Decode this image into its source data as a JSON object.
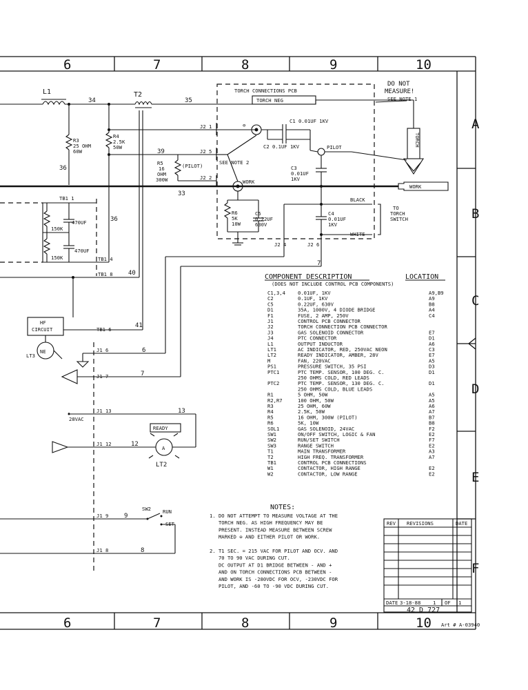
{
  "zones": {
    "top": [
      "6",
      "7",
      "8",
      "9",
      "10"
    ],
    "bottom": [
      "6",
      "7",
      "8",
      "9",
      "10"
    ],
    "right": [
      "A",
      "B",
      "C",
      "D",
      "E",
      "F"
    ]
  },
  "torch_box": {
    "title": "TORCH CONNECTIONS PCB",
    "torch_neg": "TORCH NEG",
    "do_not_measure": [
      "DO NOT",
      "MEASURE!"
    ],
    "see_note_1": "SEE NOTE 1",
    "torch_label": "TORCH",
    "work_label": "WORK",
    "c1": "C1 0.01UF 1KV",
    "c2": "C2 0.1UF 1KV",
    "c3": [
      "C3",
      "0.01UF",
      "1KV"
    ],
    "c4": [
      "C4",
      "0.01UF",
      "1KV"
    ],
    "c5": [
      "C5",
      "0.22UF",
      "630V"
    ],
    "r6": [
      "R6",
      "5K",
      "10W"
    ],
    "pilot": "PILOT",
    "see_note_2": "SEE NOTE 2",
    "work_node": "WORK",
    "black": "BLACK",
    "white": "WHITE",
    "to_torch_switch": [
      "TO",
      "TORCH",
      "SWITCH"
    ],
    "j2_labels": [
      "J2 1",
      "J2 5",
      "J2 2",
      "J2 4",
      "J2 6"
    ]
  },
  "left_circuit": {
    "l1": "L1",
    "t2": "T2",
    "r3": [
      "R3",
      "25 OHM",
      "60W"
    ],
    "r4": [
      "R4",
      "2.5K",
      "50W"
    ],
    "r5": [
      "R5",
      "16",
      "OHM",
      "300W"
    ],
    "pilot_tag": "(PILOT)",
    "tb1_1": "TB1 1",
    "tb1_4": "TB1 4",
    "tb1_8": "TB1 8",
    "tb1_6": "TB1 6",
    "r150a": "150K",
    "r150b": "150K",
    "c470a": "470UF",
    "c470b": "470UF",
    "hf_circuit": [
      "HF",
      "CIRCUIT"
    ],
    "lt3": "LT3",
    "ne": "NE",
    "j1_6": "J1 6",
    "j1_7": "J1 7",
    "j1_13": "J1 13",
    "j1_12": "J1 12",
    "j1_9": "J1 9",
    "j1_8": "J1 8",
    "v28": "28VAC",
    "ready": "READY",
    "lamp_a": "A",
    "lt2": "LT2",
    "sw2": "SW2",
    "run": "RUN",
    "set": "SET",
    "wires": [
      "34",
      "35",
      "36",
      "39",
      "33",
      "36",
      "40",
      "41",
      "6",
      "7",
      "13",
      "12",
      "9",
      "8",
      "7"
    ]
  },
  "components": {
    "title": "COMPONENT DESCRIPTION",
    "location_title": "LOCATION",
    "subtitle": "(DOES NOT INCLUDE CONTROL PCB COMPONENTS)",
    "rows": [
      {
        "ref": "C1,3,4",
        "desc": "0.01UF, 1KV",
        "loc": "A9,B9"
      },
      {
        "ref": "C2",
        "desc": "0.1UF, 1KV",
        "loc": "A9"
      },
      {
        "ref": "C5",
        "desc": "0.22UF, 630V",
        "loc": "B8"
      },
      {
        "ref": "D1",
        "desc": "35A, 1000V, 4 DIODE BRIDGE",
        "loc": "A4"
      },
      {
        "ref": "F1",
        "desc": "FUSE, 2 AMP, 250V",
        "loc": "C4"
      },
      {
        "ref": "J1",
        "desc": "CONTROL PCB CONNECTOR",
        "loc": ""
      },
      {
        "ref": "J2",
        "desc": "TORCH CONNECTION PCB CONNECTOR",
        "loc": ""
      },
      {
        "ref": "J3",
        "desc": "GAS SOLENOID CONNECTOR",
        "loc": "E7"
      },
      {
        "ref": "J4",
        "desc": "PTC CONNECTOR",
        "loc": "D1"
      },
      {
        "ref": "L1",
        "desc": "OUTPUT INDUCTOR",
        "loc": "A6"
      },
      {
        "ref": "LT1",
        "desc": "AC INDICATOR, RED, 250VAC NEON",
        "loc": "C3"
      },
      {
        "ref": "LT2",
        "desc": "READY INDICATOR, AMBER, 28V",
        "loc": "E7"
      },
      {
        "ref": "M",
        "desc": "FAN, 220VAC",
        "loc": "A5"
      },
      {
        "ref": "PS1",
        "desc": "PRESSURE SWITCH, 35 PSI",
        "loc": "D3"
      },
      {
        "ref": "PTC1",
        "desc": "PTC TEMP. SENSOR, 100 DEG. C.",
        "loc": "D1"
      },
      {
        "ref": "",
        "desc": "250 OHMS COLD, RED LEADS",
        "loc": ""
      },
      {
        "ref": "PTC2",
        "desc": "PTC TEMP. SENSOR, 130 DEG. C.",
        "loc": "D1"
      },
      {
        "ref": "",
        "desc": "250 OHMS COLD, BLUE LEADS",
        "loc": ""
      },
      {
        "ref": "R1",
        "desc": "5 OHM, 50W",
        "loc": "A5"
      },
      {
        "ref": "R2,R7",
        "desc": "100 OHM, 50W",
        "loc": "A5"
      },
      {
        "ref": "R3",
        "desc": "25 OHM, 60W",
        "loc": "A6"
      },
      {
        "ref": "R4",
        "desc": "2.5K, 50W",
        "loc": "A7"
      },
      {
        "ref": "R5",
        "desc": "16 OHM, 300W (PILOT)",
        "loc": "B7"
      },
      {
        "ref": "R6",
        "desc": "5K, 10W",
        "loc": "B8"
      },
      {
        "ref": "SOL1",
        "desc": "GAS SOLENOID, 24VAC",
        "loc": "F2"
      },
      {
        "ref": "SW1",
        "desc": "ON/OFF SWITCH, LOGIC & FAN",
        "loc": "E2"
      },
      {
        "ref": "SW2",
        "desc": "RUN/SET SWITCH",
        "loc": "F7"
      },
      {
        "ref": "SW3",
        "desc": "RANGE SWITCH",
        "loc": "E2"
      },
      {
        "ref": "T1",
        "desc": "MAIN TRANSFORMER",
        "loc": "A3"
      },
      {
        "ref": "T2",
        "desc": "HIGH FREQ. TRANSFORMER",
        "loc": "A7"
      },
      {
        "ref": "TB1",
        "desc": "CONTROL PCB CONNECTIONS",
        "loc": ""
      },
      {
        "ref": "W1",
        "desc": "CONTACTOR, HIGH RANGE",
        "loc": "E2"
      },
      {
        "ref": "W2",
        "desc": "CONTACTOR, LOW RANGE",
        "loc": "E2"
      }
    ]
  },
  "notes": {
    "title": "NOTES:",
    "lines": [
      "1. DO NOT ATTEMPT TO MEASURE VOLTAGE AT THE",
      "   TORCH NEG. AS HIGH FREQUENCY MAY BE",
      "   PRESENT. INSTEAD MEASURE BETWEEN SCREW",
      "   MARKED ⊖ AND EITHER PILOT OR WORK.",
      "",
      "2. T1 SEC. = 215 VAC FOR PILOT AND OCV. AND",
      "   70 TO 90 VAC DURING CUT.",
      "   DC OUTPUT AT D1 BRIDGE BETWEEN - AND +",
      "   AND ON TORCH CONNECTIONS PCB BETWEEN -",
      "   AND WORK IS -280VDC FOR OCV, -230VDC FOR",
      "   PILOT, AND -60 TO -90 VDC DURING CUT."
    ]
  },
  "revisions": {
    "rev": "REV",
    "title": "REVISIONS",
    "date": "DATE",
    "date_label": "DATE",
    "date_value": "3-18-88",
    "sheet": "1",
    "of": "OF",
    "total": "1",
    "drawing_no": "42 D 727"
  },
  "art_no": "Art # A-03940"
}
